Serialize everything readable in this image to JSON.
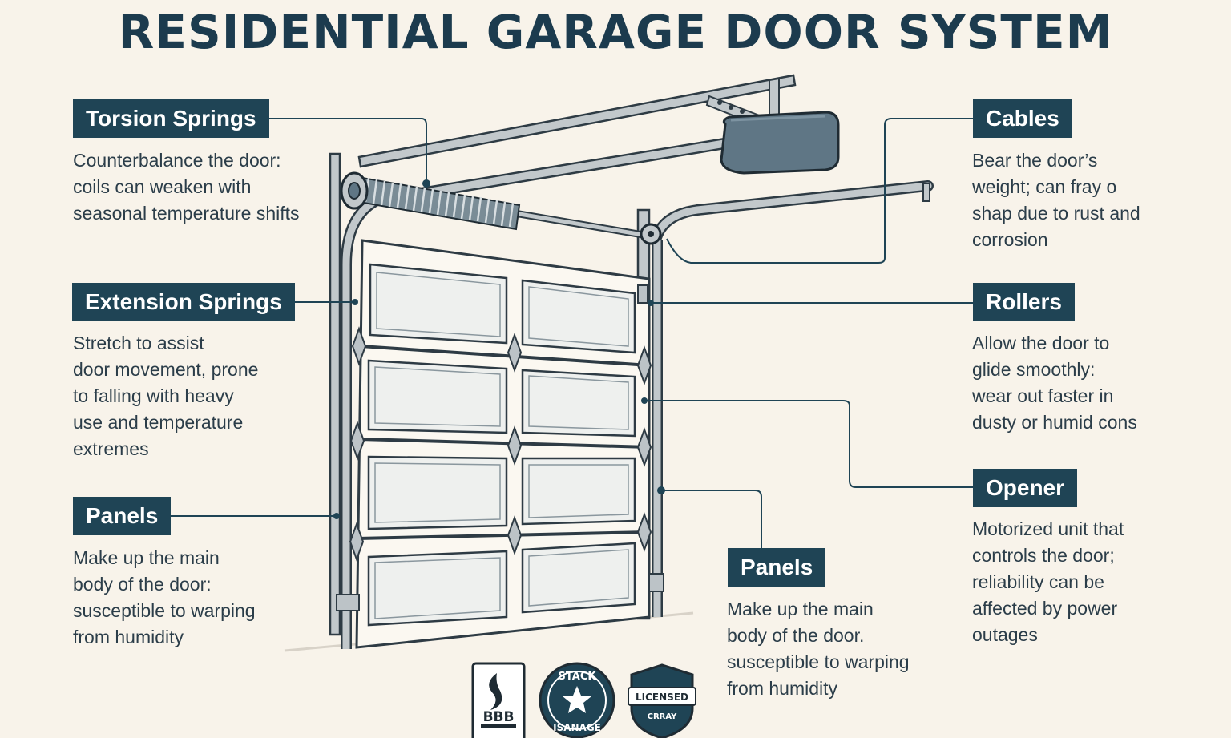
{
  "title": "RESIDENTIAL GARAGE DOOR SYSTEM",
  "callouts": {
    "torsion": {
      "label": "Torsion Springs",
      "desc": "Counterbalance the door:\ncoils can weaken with\nseasonal temperature shifts"
    },
    "extension": {
      "label": "Extension Springs",
      "desc": "Stretch to assist\ndoor movement, prone\nto falling with heavy\nuse and temperature\nextremes"
    },
    "panels_left": {
      "label": "Panels",
      "desc": "Make up the main\nbody of the door:\nsusceptible to warping\nfrom humidity"
    },
    "cables": {
      "label": "Cables",
      "desc": "Bear the door’s\nweight; can fray o\nshap due to rust and\ncorrosion"
    },
    "rollers": {
      "label": "Rollers",
      "desc": "Allow the door to\nglide smoothly:\nwear out faster in\ndusty or humid cons"
    },
    "opener": {
      "label": "Opener",
      "desc": "Motorized unit that\ncontrols the door;\nreliability can be\naffected by power\noutages"
    },
    "panels_bottom": {
      "label": "Panels",
      "desc": "Make up the main\nbody of the door.\nsusceptible to warping\nfrom humidity"
    }
  },
  "badges": {
    "bbb": "BBB",
    "stack_top": "STACK",
    "stack_bottom": "ISANAGE",
    "licensed": "LICENSED",
    "licensed_sub": "CRRAY"
  },
  "colors": {
    "label_bg": "#1f4455",
    "background": "#f8f3ea",
    "line": "#1f4455",
    "metal": "#b9c0c4",
    "opener": "#5f7685"
  }
}
